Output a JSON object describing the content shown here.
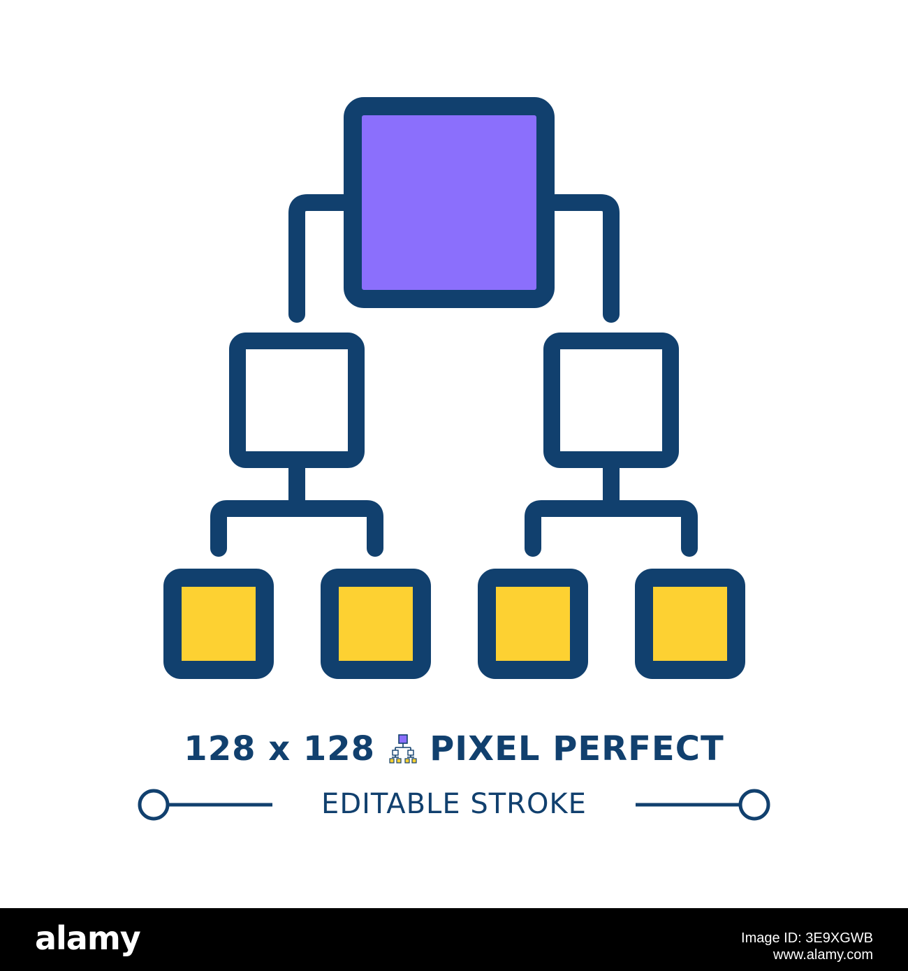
{
  "caption": {
    "size_text": "128 x 128",
    "headline": "PIXEL PERFECT",
    "subline": "EDITABLE STROKE"
  },
  "footer": {
    "brand": "alamy",
    "image_id": "Image ID: 3E9XGWB",
    "site_url": "www.alamy.com"
  },
  "colors": {
    "stroke": "#11406e",
    "root_fill": "#8b6ffc",
    "leaf_fill": "#fdd132",
    "mid_fill": "#ffffff",
    "footer_bg": "#000000"
  },
  "icon": "hierarchy-structure-icon"
}
